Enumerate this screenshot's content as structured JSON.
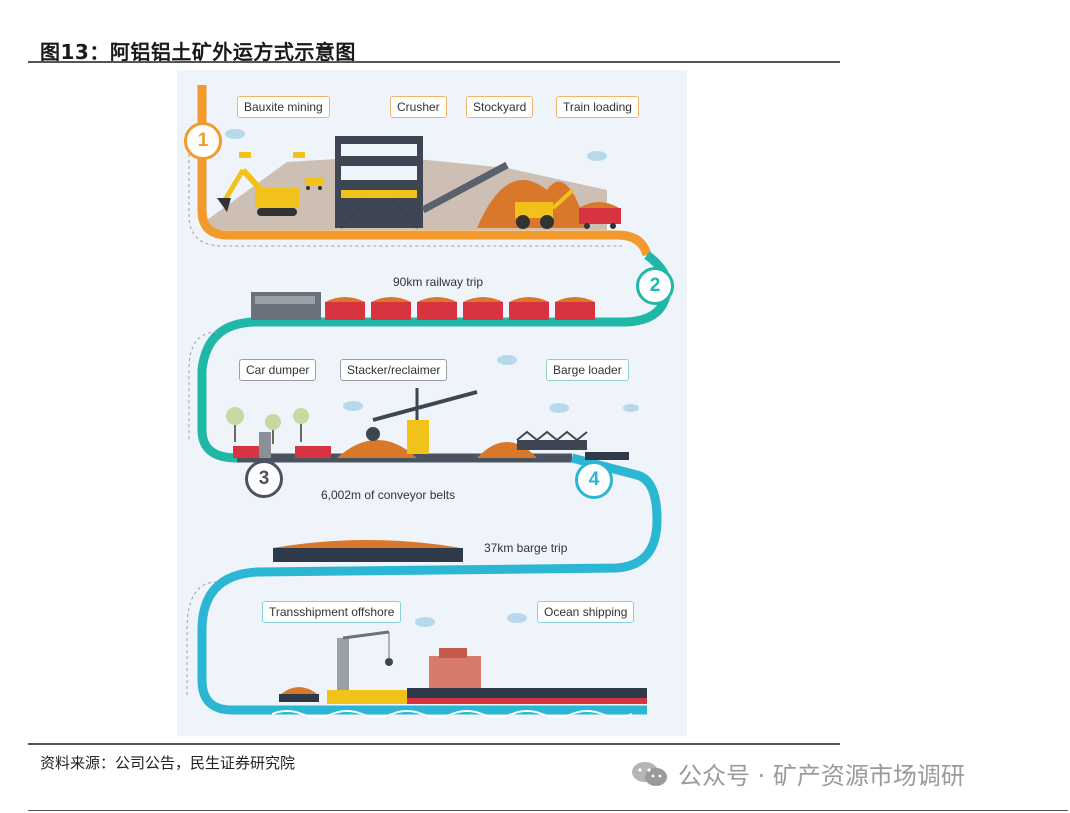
{
  "figure": {
    "title": "图13：阿铝铝土矿外运方式示意图",
    "source": "资料来源：公司公告，民生证券研究院",
    "watermark": "公众号 · 矿产资源市场调研"
  },
  "diagram": {
    "labels": {
      "bauxite_mining": "Bauxite mining",
      "crusher": "Crusher",
      "stockyard": "Stockyard",
      "train_loading": "Train loading",
      "railway_trip": "90km railway trip",
      "car_dumper": "Car dumper",
      "stacker_reclaimer": "Stacker/reclaimer",
      "barge_loader": "Barge loader",
      "conveyor_belts": "6,002m of conveyor belts",
      "barge_trip": "37km barge trip",
      "transshipment_offshore": "Transshipment offshore",
      "ocean_shipping": "Ocean shipping"
    },
    "steps": [
      "1",
      "2",
      "3",
      "4"
    ],
    "colors": {
      "stage1": "#f29a2e",
      "stage2": "#1fb8a6",
      "stage3": "#4a5360",
      "stage4": "#2bb6d3",
      "ore": "#d9772b",
      "wagon": "#d8343f",
      "machine": "#f2c21b",
      "hull": "#2e3a4a"
    }
  }
}
